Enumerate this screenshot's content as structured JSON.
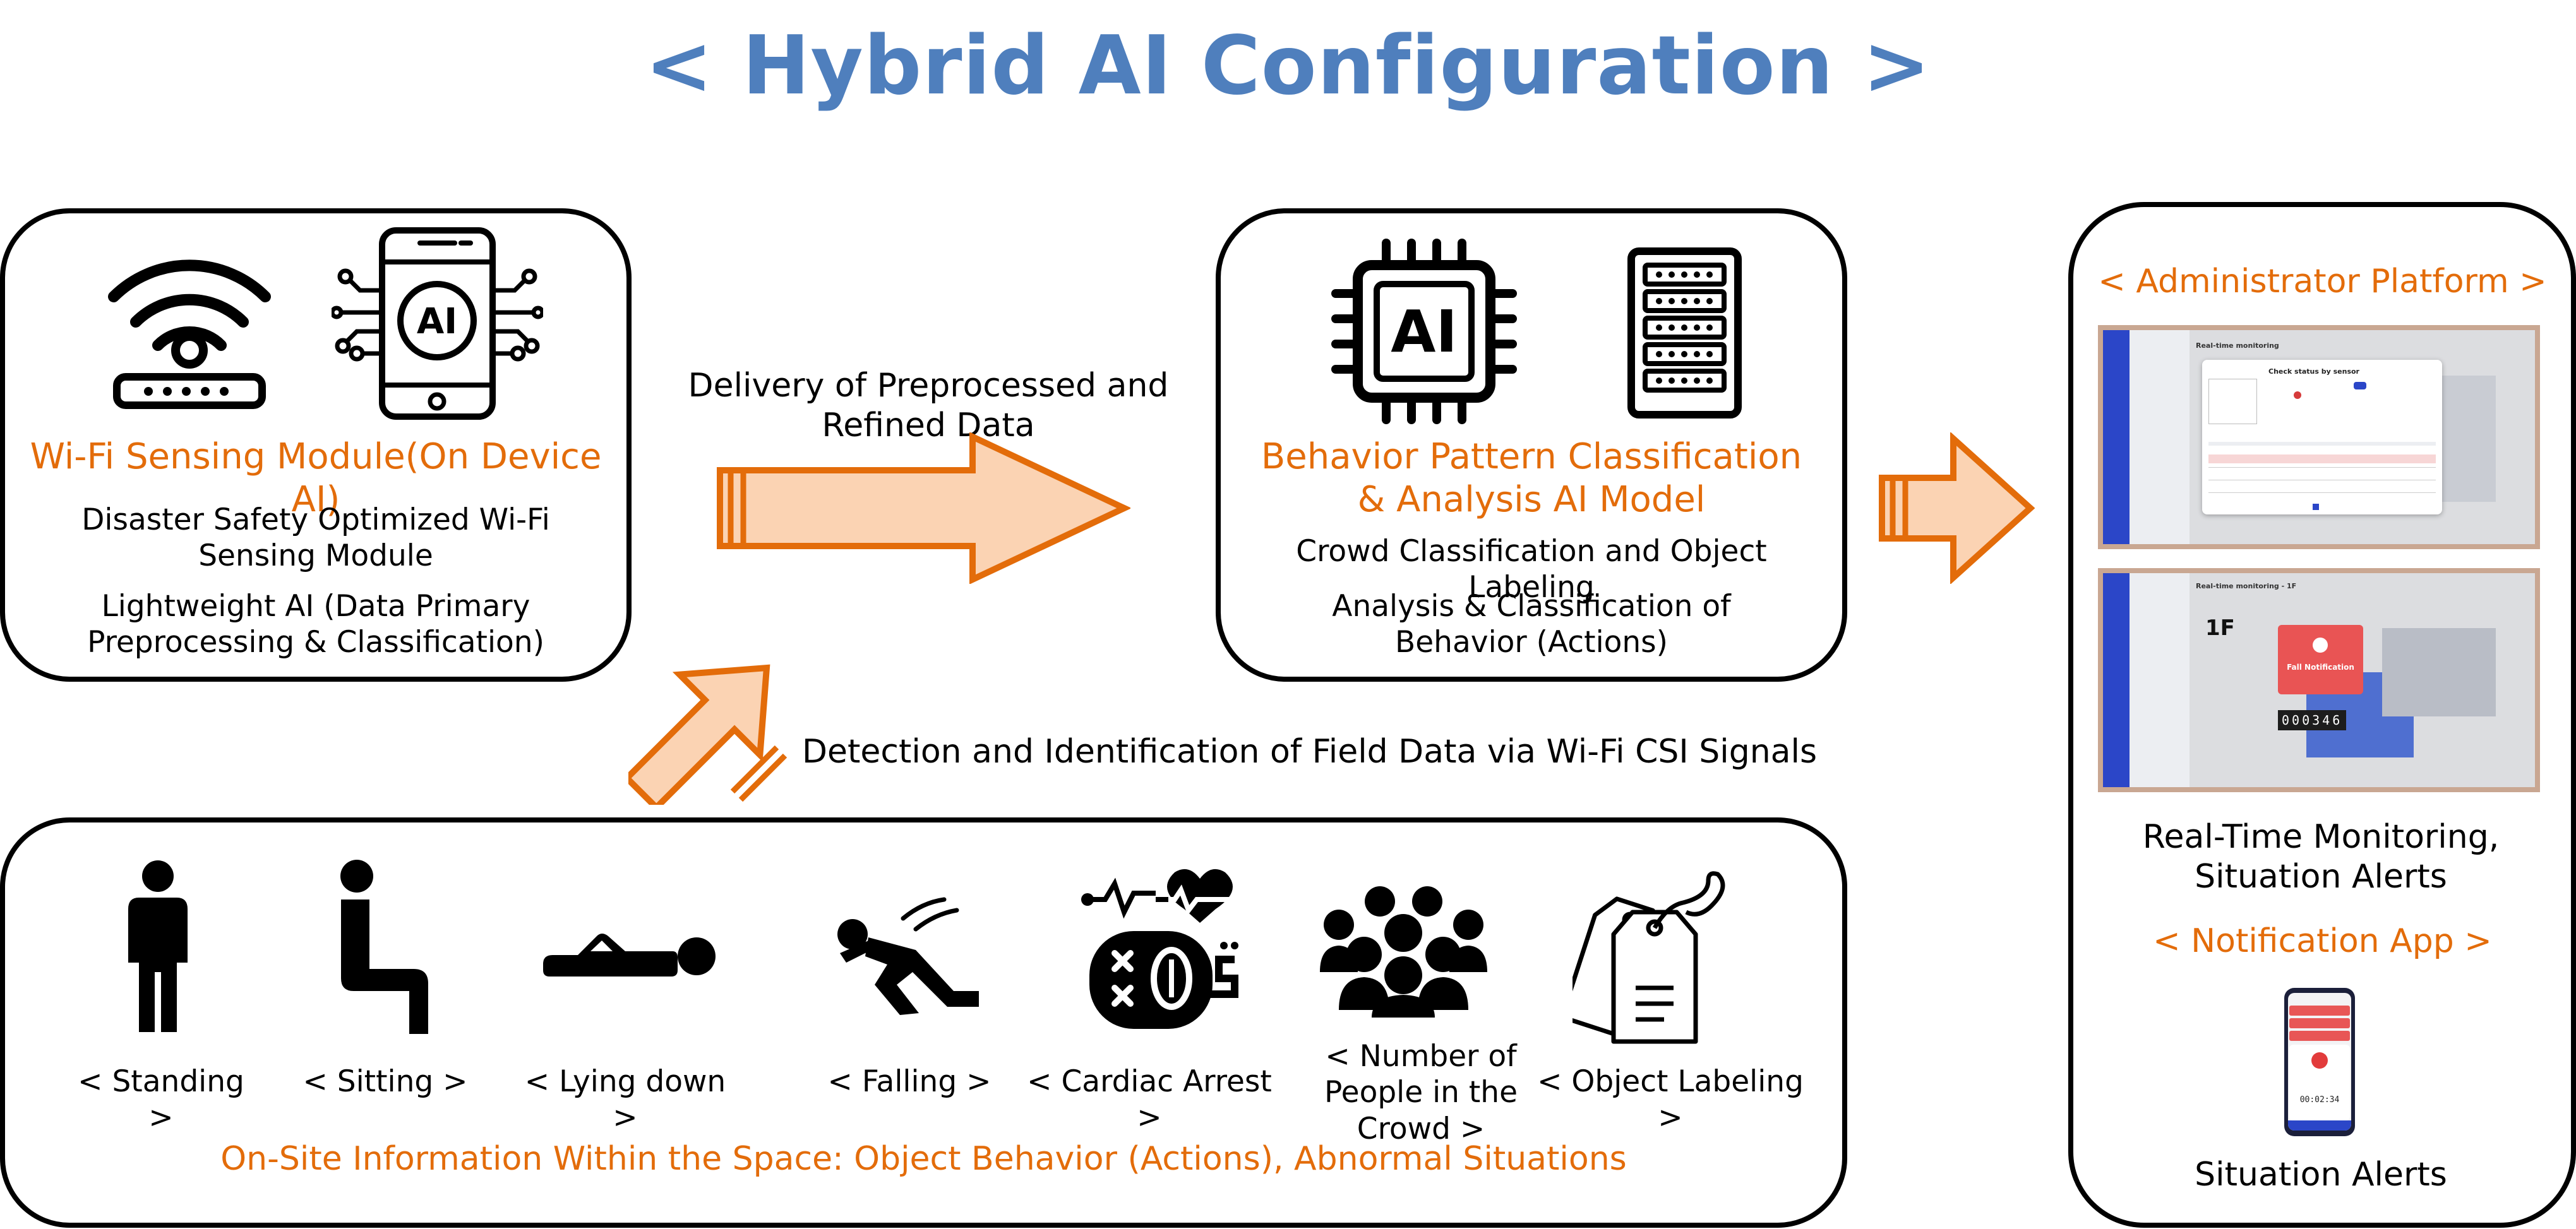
{
  "title": "< Hybrid AI Configuration >",
  "colors": {
    "title": "#4f7fbd",
    "accent": "#e36c0a",
    "arrow_fill": "#fbd3b3",
    "box_border": "#000000"
  },
  "wifi_module": {
    "heading": "Wi-Fi Sensing Module(On Device AI)",
    "line1": "Disaster Safety Optimized Wi-Fi Sensing Module",
    "line2": "Lightweight AI (Data Primary Preprocessing & Classification)",
    "chip_label": "AI"
  },
  "delivery_label": "Delivery of Preprocessed and Refined Data",
  "ai_model": {
    "heading": "Behavior Pattern Classification & Analysis AI Model",
    "line1": "Crowd Classification and Object Labeling",
    "line2": "Analysis & Classification of Behavior (Actions)",
    "chip_label": "AI"
  },
  "detection_label": "Detection and Identification of Field Data via Wi-Fi CSI Signals",
  "onsite": {
    "items": [
      {
        "label": "< Standing >",
        "icon": "standing-person-icon"
      },
      {
        "label": "< Sitting >",
        "icon": "sitting-person-icon"
      },
      {
        "label": "< Lying down >",
        "icon": "lying-person-icon"
      },
      {
        "label": "< Falling >",
        "icon": "falling-person-icon"
      },
      {
        "label": "< Cardiac Arrest >",
        "icon": "cardiac-arrest-icon"
      },
      {
        "label": "<  Number of People in the Crowd  >",
        "icon": "crowd-icon"
      },
      {
        "label": "<  Object Labeling  >",
        "icon": "tag-icon"
      }
    ],
    "caption": "On-Site Information Within the Space: Object Behavior (Actions), Abnormal Situations"
  },
  "admin": {
    "heading": "< Administrator Platform >",
    "screen1_title": "Real-time monitoring",
    "screen1_dialog": "Check status by sensor",
    "screen2_title": "Real-time monitoring - 1F",
    "screen2_floor": "1F",
    "screen2_alert": "Fall Notification",
    "screen2_counter": "000346",
    "caption": "Real-Time Monitoring, Situation Alerts",
    "app_heading": "< Notification App >",
    "app_counter": "00:02:34",
    "app_caption": "Situation Alerts"
  }
}
